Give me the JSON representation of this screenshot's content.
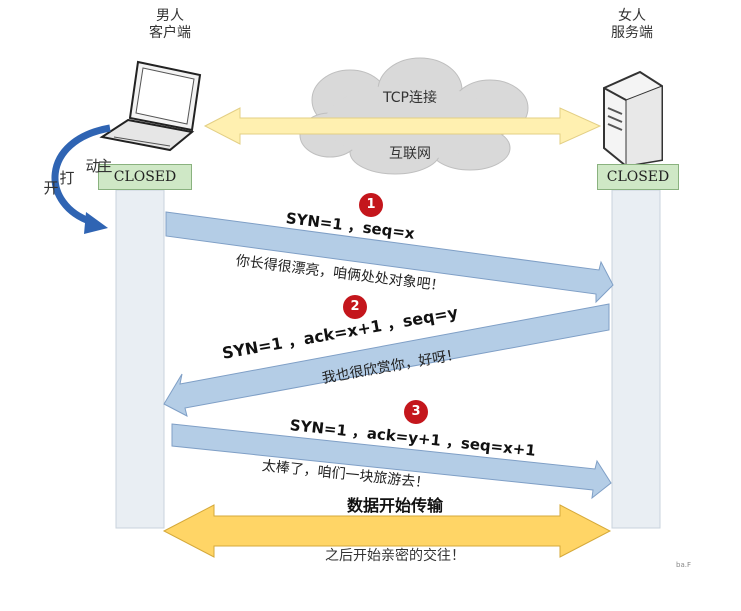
{
  "actors": {
    "client": {
      "line1": "男人",
      "line2": "客户端",
      "state": "CLOSED"
    },
    "server": {
      "line1": "女人",
      "line2": "服务端",
      "state": "CLOSED"
    }
  },
  "cloud": {
    "top": "TCP连接",
    "bottom": "互联网"
  },
  "active_open": [
    "主",
    "动",
    "打",
    "开"
  ],
  "steps": [
    {
      "num": "1",
      "fields": "SYN=1 ，seq=x",
      "note": "你长得很漂亮，咱俩处处对象吧！"
    },
    {
      "num": "2",
      "fields": "SYN=1 ，ack=x+1 ，seq=y",
      "note": "我也很欣赏你，好呀！"
    },
    {
      "num": "3",
      "fields": "SYN=1 ，ack=y+1 ，seq=x+1",
      "note": "太棒了，咱们一块旅游去！"
    }
  ],
  "data_transfer": {
    "title": "数据开始传输",
    "note": "之后开始亲密的交往！"
  },
  "watermark": "ba.F",
  "colors": {
    "lifeline": "#e9eef3",
    "arrow_fill": "#b4cde6",
    "arrow_stroke": "#7f9fc6",
    "cloud_fill": "#d9d9d9",
    "double_arrow_fill": "#fff0b0",
    "data_arrow_fill": "#ffd566",
    "curved_arrow": "#2f64b3",
    "badge": "#c4161c",
    "state_fill": "#cfe8c6"
  }
}
